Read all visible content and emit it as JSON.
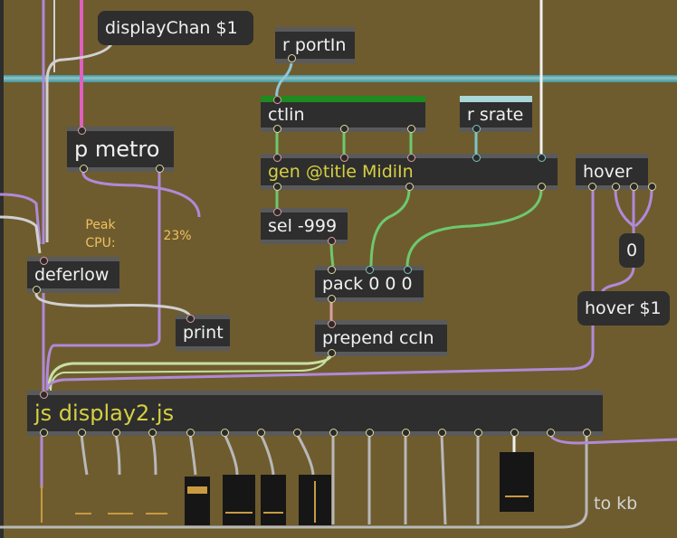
{
  "objects": {
    "display_chan": "displayChan $1",
    "r_portin": "r portIn",
    "ctlin": "ctlin",
    "r_srate": "r srate",
    "p_metro": "p metro",
    "gen": "gen @title MidiIn",
    "hover": "hover",
    "sel": "sel -999",
    "zero_msg": "0",
    "deferlow": "deferlow",
    "pack": "pack 0 0 0",
    "hover_msg": "hover $1",
    "print": "print",
    "prepend": "prepend ccIn",
    "js": "js display2.js"
  },
  "cpu": {
    "label": "Peak\nCPU:",
    "value": "23%"
  },
  "comments": {
    "to_kb": "to kb"
  },
  "colors": {
    "background": "#6e5c2f",
    "box": "#2e2e2e",
    "ctlin_header": "#1f8a1f",
    "srate_header": "#a9d6d6",
    "cord_purple": "#b08ad8",
    "cord_green": "#6ec86e",
    "cord_gray": "#b8b8b8",
    "cord_pink": "#e060c0",
    "text_yellow": "#d6d042"
  },
  "sliders": [
    {
      "name": "slider-1",
      "level": 0.0
    },
    {
      "name": "slider-2",
      "level": 0.2
    },
    {
      "name": "slider-3",
      "level": 0.2
    },
    {
      "name": "slider-4",
      "level": 0.2
    },
    {
      "name": "slider-5",
      "level": 0.7
    },
    {
      "name": "slider-6",
      "level": 0.2
    },
    {
      "name": "slider-7",
      "level": 0.2
    },
    {
      "name": "slider-8",
      "level": 0.5
    },
    {
      "name": "slider-9",
      "level": 0.2
    }
  ]
}
